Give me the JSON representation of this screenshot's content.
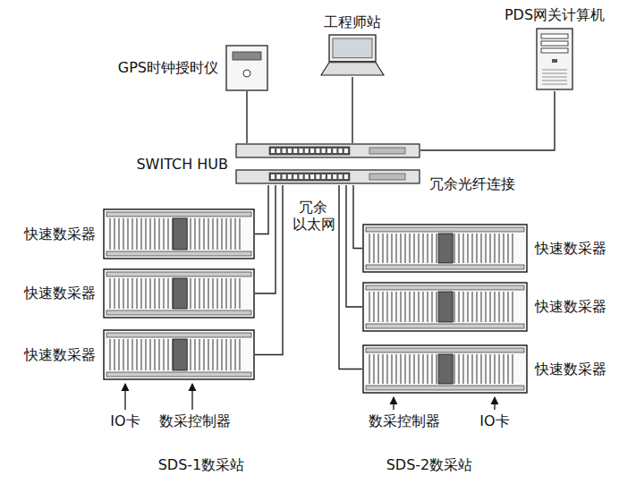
{
  "diagram": {
    "nodes": [
      {
        "text": [
          "PDS网关计算机"
        ]
      },
      {
        "text": [
          "工程师站"
        ]
      },
      {
        "text": [
          "GPS时钟授时仪"
        ]
      },
      {
        "text": [
          "SWITCH HUB"
        ]
      },
      {
        "text": [
          "快速数采器"
        ]
      },
      {
        "text": [
          "快速数采器"
        ]
      },
      {
        "text": [
          "快速数采器"
        ]
      },
      {
        "text": [
          "快速数采器"
        ]
      },
      {
        "text": [
          "快速数采器"
        ]
      },
      {
        "text": [
          "快速数采器"
        ]
      }
    ],
    "edges": [
      {
        "from": 0,
        "to": 3,
        "arrow": "none"
      },
      {
        "from": 1,
        "to": 3,
        "arrow": "none"
      },
      {
        "from": 2,
        "to": 3,
        "arrow": "none"
      },
      {
        "from": 3,
        "to": 4,
        "arrow": "none"
      },
      {
        "from": 3,
        "to": 5,
        "arrow": "none"
      },
      {
        "from": 3,
        "to": 6,
        "arrow": "none"
      },
      {
        "from": 3,
        "to": 7,
        "arrow": "none"
      },
      {
        "from": 3,
        "to": 8,
        "arrow": "none"
      },
      {
        "from": 3,
        "to": 9,
        "arrow": "none"
      }
    ],
    "labels": [
      "冗余光纤连接",
      "冗余 以太网",
      "IO卡",
      "数采控制器",
      "数采控制器",
      "IO卡",
      "SDS-1数采站",
      "SDS-2数采站"
    ]
  }
}
